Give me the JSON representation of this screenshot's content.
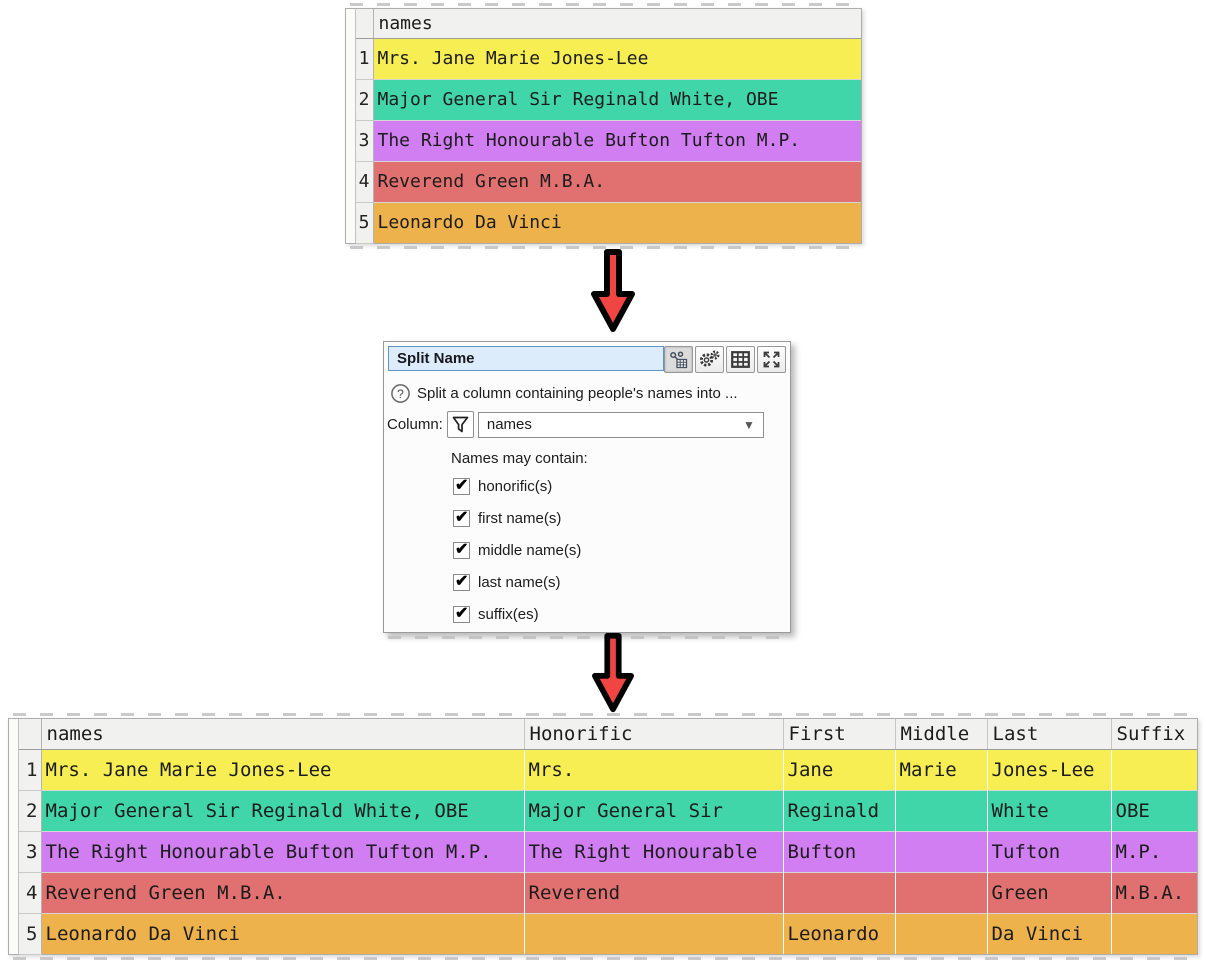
{
  "icons": {
    "checkmark": "✔",
    "dropdown_arrow": "▼",
    "help": "?"
  },
  "colors": {
    "row_yellow": "#f7ee54",
    "row_teal": "#41d5aa",
    "row_purple": "#d07ef2",
    "row_salmon": "#e17170",
    "row_orange": "#eeb24c",
    "arrow_red": "#f04543",
    "title_field_bg": "#ddecfb",
    "header_bg": "#f1f1ef"
  },
  "source_table": {
    "column_header": "names",
    "rows": [
      {
        "num": "1",
        "value": "Mrs. Jane Marie Jones-Lee",
        "color": "#f7ee54"
      },
      {
        "num": "2",
        "value": "Major General Sir Reginald White, OBE",
        "color": "#41d5aa"
      },
      {
        "num": "3",
        "value": "The Right Honourable Bufton Tufton M.P.",
        "color": "#d07ef2"
      },
      {
        "num": "4",
        "value": "Reverend Green M.B.A.",
        "color": "#e17170"
      },
      {
        "num": "5",
        "value": "Leonardo Da Vinci",
        "color": "#eeb24c"
      }
    ]
  },
  "dialog": {
    "title": "Split Name",
    "toolbar": [
      {
        "icon": "input-connection-icon"
      },
      {
        "icon": "settings-gears-icon"
      },
      {
        "icon": "table-icon"
      },
      {
        "icon": "expand-icon"
      }
    ],
    "description": "Split a column containing people's names into ...",
    "column_label": "Column:",
    "column_value": "names",
    "contain_label": "Names may contain:",
    "checkboxes": [
      {
        "label": "honorific(s)",
        "checked": true
      },
      {
        "label": "first name(s)",
        "checked": true
      },
      {
        "label": "middle name(s)",
        "checked": true
      },
      {
        "label": "last name(s)",
        "checked": true
      },
      {
        "label": "suffix(es)",
        "checked": true
      }
    ]
  },
  "result_table": {
    "columns": [
      "names",
      "Honorific",
      "First",
      "Middle",
      "Last",
      "Suffix"
    ],
    "rows": [
      {
        "num": "1",
        "color": "#f7ee54",
        "cells": [
          "Mrs. Jane Marie Jones-Lee",
          "Mrs.",
          "Jane",
          "Marie",
          "Jones-Lee",
          ""
        ]
      },
      {
        "num": "2",
        "color": "#41d5aa",
        "cells": [
          "Major General Sir Reginald White, OBE",
          "Major General Sir",
          "Reginald",
          "",
          "White",
          "OBE"
        ]
      },
      {
        "num": "3",
        "color": "#d07ef2",
        "cells": [
          "The Right Honourable Bufton Tufton M.P.",
          "The Right Honourable",
          "Bufton",
          "",
          "Tufton",
          "M.P."
        ]
      },
      {
        "num": "4",
        "color": "#e17170",
        "cells": [
          "Reverend Green M.B.A.",
          "Reverend",
          "",
          "",
          "Green",
          "M.B.A."
        ]
      },
      {
        "num": "5",
        "color": "#eeb24c",
        "cells": [
          "Leonardo Da Vinci",
          "",
          "Leonardo",
          "",
          "Da Vinci",
          ""
        ]
      }
    ]
  }
}
